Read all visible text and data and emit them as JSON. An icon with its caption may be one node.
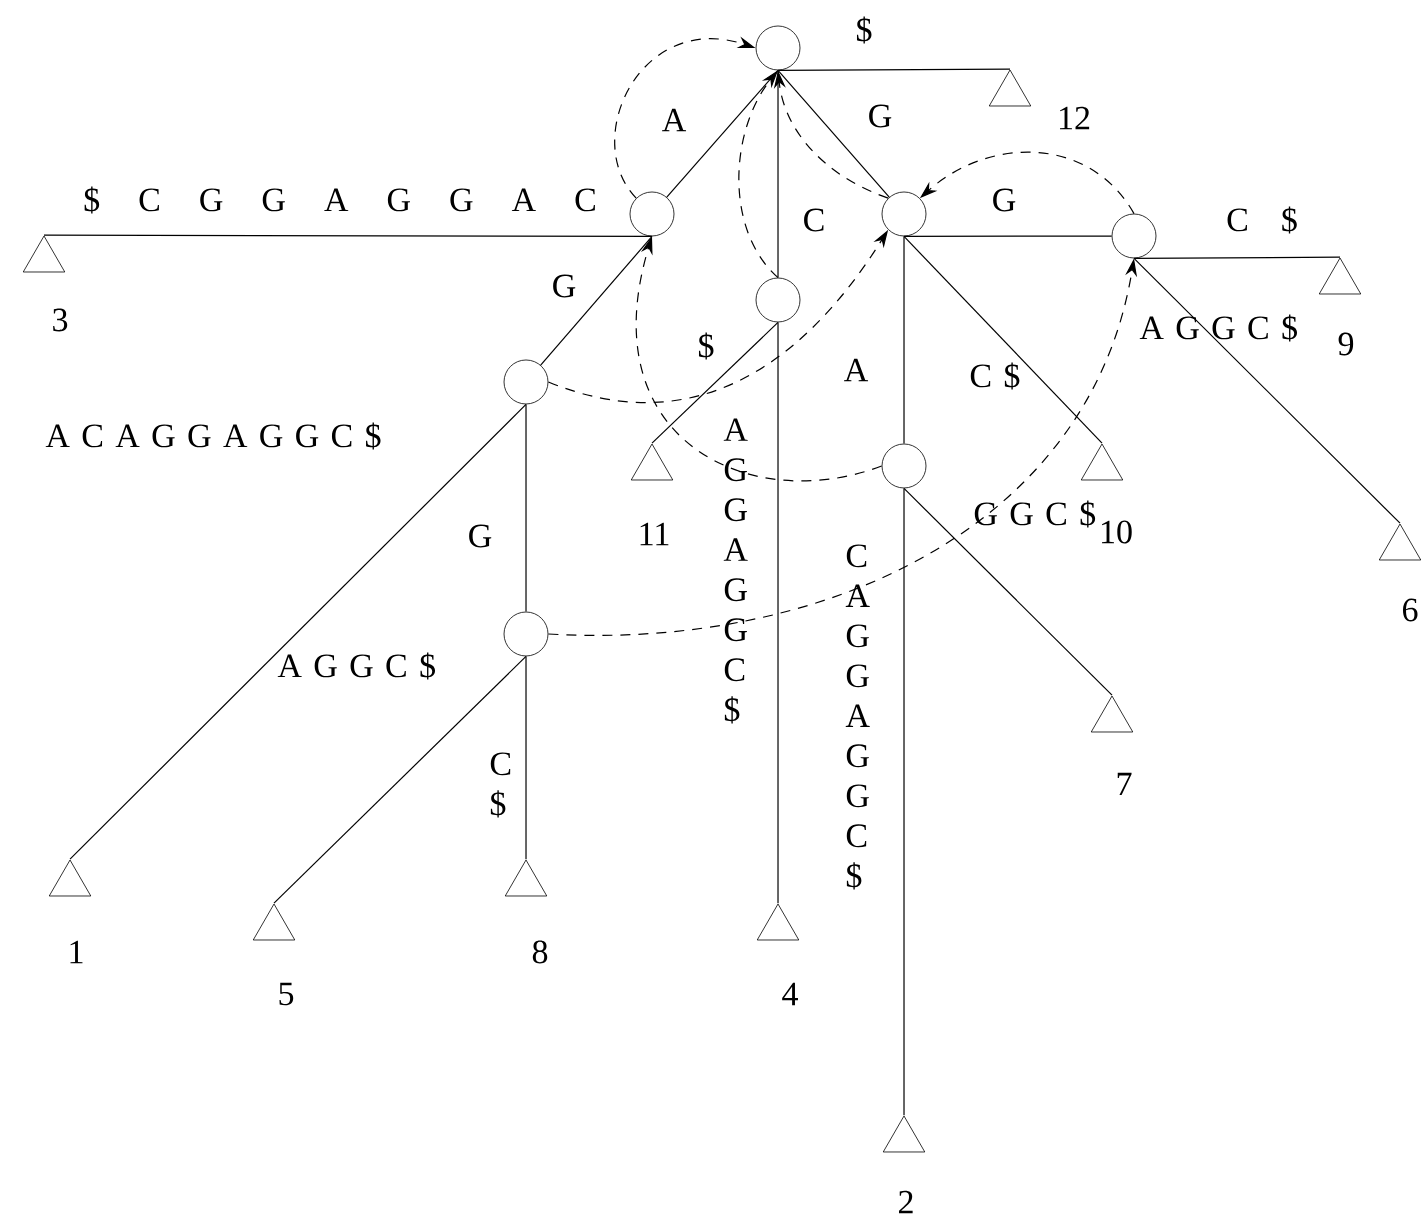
{
  "diagram": {
    "nodes": [
      {
        "text": [],
        "shape": "circle"
      },
      {
        "text": [],
        "shape": "circle"
      },
      {
        "text": [],
        "shape": "circle"
      },
      {
        "text": [],
        "shape": "circle"
      },
      {
        "text": [],
        "shape": "circle"
      },
      {
        "text": [],
        "shape": "circle"
      },
      {
        "text": [],
        "shape": "circle"
      },
      {
        "text": [],
        "shape": "circle"
      },
      {
        "text": [],
        "shape": "triangle",
        "beside": [
          "12"
        ]
      },
      {
        "text": [],
        "shape": "triangle",
        "beside": [
          "3"
        ]
      },
      {
        "text": [],
        "shape": "triangle",
        "beside": [
          "9"
        ]
      },
      {
        "text": [],
        "shape": "triangle",
        "beside": [
          "11"
        ]
      },
      {
        "text": [],
        "shape": "triangle",
        "beside": [
          "10"
        ]
      },
      {
        "text": [],
        "shape": "triangle",
        "beside": [
          "6"
        ]
      },
      {
        "text": [],
        "shape": "triangle",
        "beside": [
          "7"
        ]
      },
      {
        "text": [],
        "shape": "triangle",
        "beside": [
          "1"
        ]
      },
      {
        "text": [],
        "shape": "triangle",
        "beside": [
          "8"
        ]
      },
      {
        "text": [],
        "shape": "triangle",
        "beside": [
          "5"
        ]
      },
      {
        "text": [],
        "shape": "triangle",
        "beside": [
          "4"
        ]
      },
      {
        "text": [],
        "shape": "triangle",
        "beside": [
          "2"
        ]
      }
    ],
    "edges": [
      {
        "from": 0,
        "to": 1,
        "arrow": "none",
        "label": "A"
      },
      {
        "from": 0,
        "to": 8,
        "arrow": "none",
        "label": "$"
      },
      {
        "from": 0,
        "to": 2,
        "arrow": "none",
        "label": "G"
      },
      {
        "from": 0,
        "to": 4,
        "arrow": "none",
        "label": "C"
      },
      {
        "from": 1,
        "to": 9,
        "arrow": "none",
        "label": "$ C G G A G G A C"
      },
      {
        "from": 1,
        "to": 5,
        "arrow": "none",
        "label": "G"
      },
      {
        "from": 2,
        "to": 3,
        "arrow": "none",
        "label": "G"
      },
      {
        "from": 2,
        "to": 12,
        "arrow": "none",
        "label": "C $"
      },
      {
        "from": 2,
        "to": 6,
        "arrow": "none",
        "label": "A"
      },
      {
        "from": 3,
        "to": 10,
        "arrow": "none",
        "label": "C $"
      },
      {
        "from": 3,
        "to": 13,
        "arrow": "none",
        "label": "A G G C $"
      },
      {
        "from": 4,
        "to": 11,
        "arrow": "none",
        "label": "$"
      },
      {
        "from": 4,
        "to": 18,
        "arrow": "none",
        "label": "A G G A G G C $"
      },
      {
        "from": 5,
        "to": 15,
        "arrow": "none",
        "label": "A C A G G A G G C $"
      },
      {
        "from": 5,
        "to": 7,
        "arrow": "none",
        "label": "G"
      },
      {
        "from": 6,
        "to": 14,
        "arrow": "none",
        "label": "G G C $"
      },
      {
        "from": 6,
        "to": 19,
        "arrow": "none",
        "label": "C A G G A G G C $"
      },
      {
        "from": 7,
        "to": 17,
        "arrow": "none",
        "label": "A G G C $"
      },
      {
        "from": 7,
        "to": 16,
        "arrow": "none",
        "label": "C $"
      },
      {
        "from": 1,
        "to": 0,
        "arrow": "to",
        "style": "dashed"
      },
      {
        "from": 4,
        "to": 0,
        "arrow": "to",
        "style": "dashed"
      },
      {
        "from": 2,
        "to": 0,
        "arrow": "to",
        "style": "dashed"
      },
      {
        "from": 3,
        "to": 2,
        "arrow": "to",
        "style": "dashed"
      },
      {
        "from": 5,
        "to": 2,
        "arrow": "to",
        "style": "dashed"
      },
      {
        "from": 6,
        "to": 1,
        "arrow": "to",
        "style": "dashed"
      },
      {
        "from": 7,
        "to": 3,
        "arrow": "to",
        "style": "dashed"
      }
    ]
  }
}
